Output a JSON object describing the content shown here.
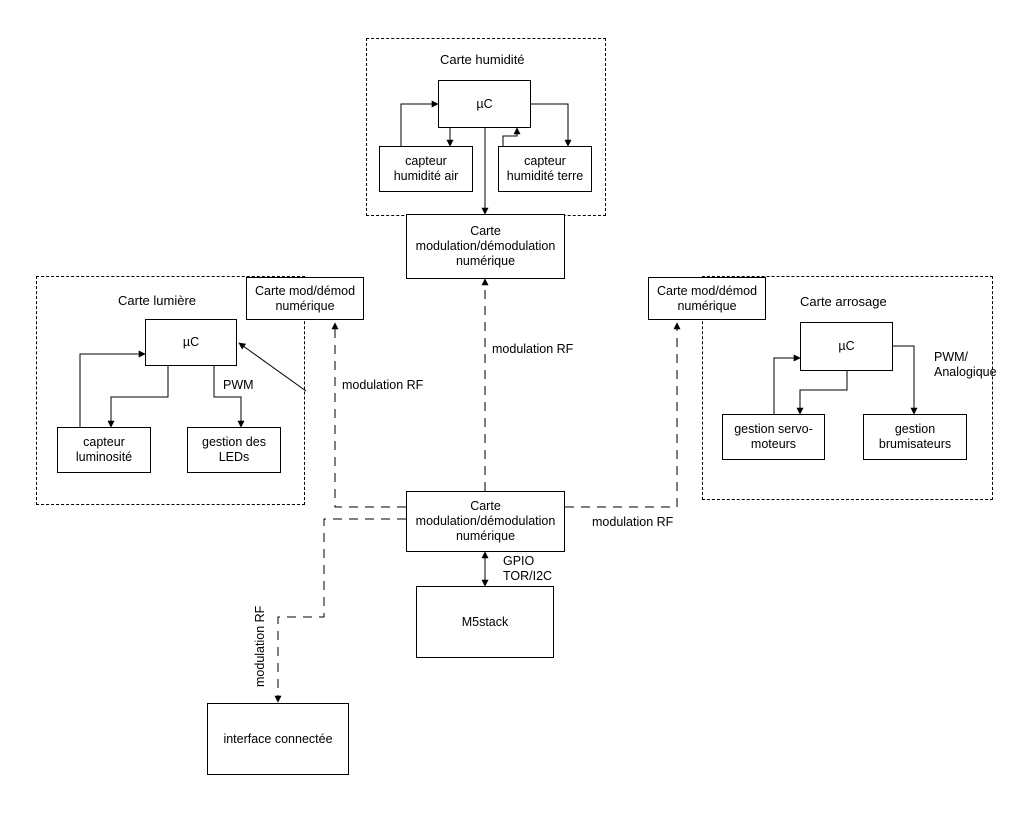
{
  "groups": {
    "humidity": "Carte humidité",
    "light": "Carte lumière",
    "watering": "Carte arrosage"
  },
  "nodes": {
    "uc_humidity": "µC",
    "sensor_air": "capteur\nhumidité air",
    "sensor_soil": "capteur\nhumidité terre",
    "modem_top": "Carte\nmodulation/démodulation\nnumérique",
    "modem_light": "Carte mod/démod\nnumérique",
    "uc_light": "µC",
    "sensor_light": "capteur\nluminosité",
    "leds": "gestion des\nLEDs",
    "modem_water": "Carte mod/démod\nnumérique",
    "uc_water": "µC",
    "servo": "gestion servo-\nmoteurs",
    "misters": "gestion\nbrumisateurs",
    "modem_center": "Carte\nmodulation/démodulation\nnumérique",
    "m5stack": "M5stack",
    "interface": "interface connectée"
  },
  "edge_labels": {
    "pwm_light": "PWM",
    "pwm_water": "PWM/\nAnalogique",
    "rf_top": "modulation RF",
    "rf_left": "modulation RF",
    "rf_right": "modulation RF",
    "rf_interface": "modulation RF",
    "gpio": "GPIO\nTOR/I2C"
  }
}
